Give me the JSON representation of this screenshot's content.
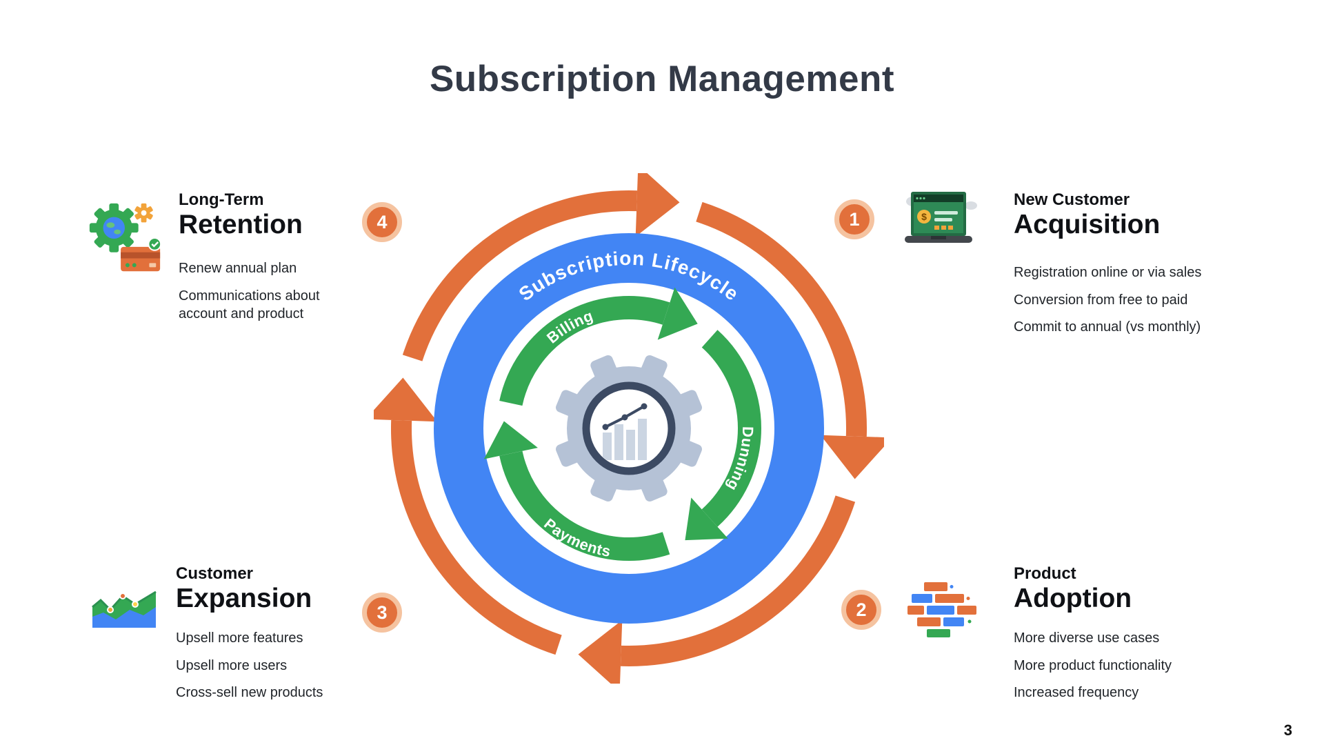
{
  "page": {
    "title": "Subscription Management",
    "page_number": "3"
  },
  "diagram": {
    "ring_label": "Subscription Lifecycle",
    "arrows": [
      {
        "label": "Billing"
      },
      {
        "label": "Dunning"
      },
      {
        "label": "Payments"
      }
    ],
    "colors": {
      "orange": "#E2703B",
      "orange_light": "#F5C3A0",
      "blue": "#4285F4",
      "green": "#34A853",
      "gear_light": "#B5C2D6",
      "gear_dark": "#3C4A63"
    }
  },
  "icons": {
    "dollar": "$"
  },
  "items": [
    {
      "number": "1",
      "title_small": "New Customer",
      "title_big": "Acquisition",
      "bullets": [
        "Registration online or via sales",
        "Conversion from free to paid",
        "Commit to annual (vs monthly)"
      ]
    },
    {
      "number": "2",
      "title_small": "Product",
      "title_big": "Adoption",
      "bullets": [
        "More diverse use cases",
        "More product functionality",
        "Increased frequency"
      ]
    },
    {
      "number": "3",
      "title_small": "Customer",
      "title_big": "Expansion",
      "bullets": [
        "Upsell more features",
        "Upsell more users",
        "Cross-sell new products"
      ]
    },
    {
      "number": "4",
      "title_small": "Long-Term",
      "title_big": "Retention",
      "bullets": [
        "Renew annual plan",
        "Communications about account and product"
      ]
    }
  ]
}
